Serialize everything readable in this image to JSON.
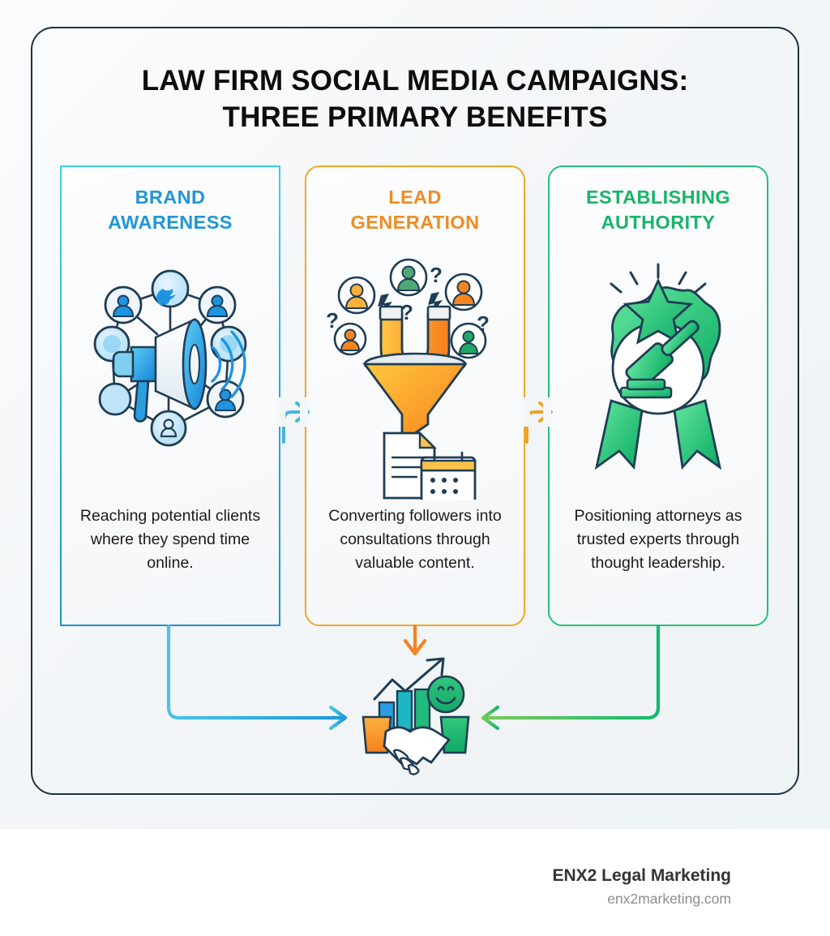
{
  "poster": {
    "title_line1": "LAW FIRM SOCIAL MEDIA CAMPAIGNS:",
    "title_line2": "THREE PRIMARY BENEFITS"
  },
  "cards": [
    {
      "id": "brand-awareness",
      "title_line1": "BRAND",
      "title_line2": "AWARENESS",
      "body": "Reaching potential clients where they spend time online.",
      "color": "#2196d6",
      "icon": "megaphone-network-icon"
    },
    {
      "id": "lead-generation",
      "title_line1": "LEAD",
      "title_line2": "GENERATION",
      "body": "Converting followers into consultations through valuable content.",
      "color": "#ef8c22",
      "icon": "magnet-funnel-icon"
    },
    {
      "id": "establishing-authority",
      "title_line1": "ESTABLISHING",
      "title_line2": "AUTHORITY",
      "body": "Positioning attorneys as trusted experts through thought leadership.",
      "color": "#19b469",
      "icon": "award-gavel-badge-icon"
    }
  ],
  "connectors": [
    {
      "name": "brand-to-lead-arrow",
      "color": "#45b6e0",
      "direction": "right"
    },
    {
      "name": "lead-to-authority-arrow",
      "color": "#f0a02a",
      "direction": "right"
    },
    {
      "name": "brand-to-outcome-arrow",
      "color": "#2aa9dd",
      "direction": "right"
    },
    {
      "name": "lead-to-outcome-arrow",
      "color": "#f58220",
      "direction": "down"
    },
    {
      "name": "authority-to-outcome-arrow",
      "color": "#21bd72",
      "direction": "left"
    }
  ],
  "outcome": {
    "icon": "handshake-growth-chart-icon"
  },
  "footer": {
    "brand": "ENX2 Legal Marketing",
    "url": "enx2marketing.com"
  }
}
